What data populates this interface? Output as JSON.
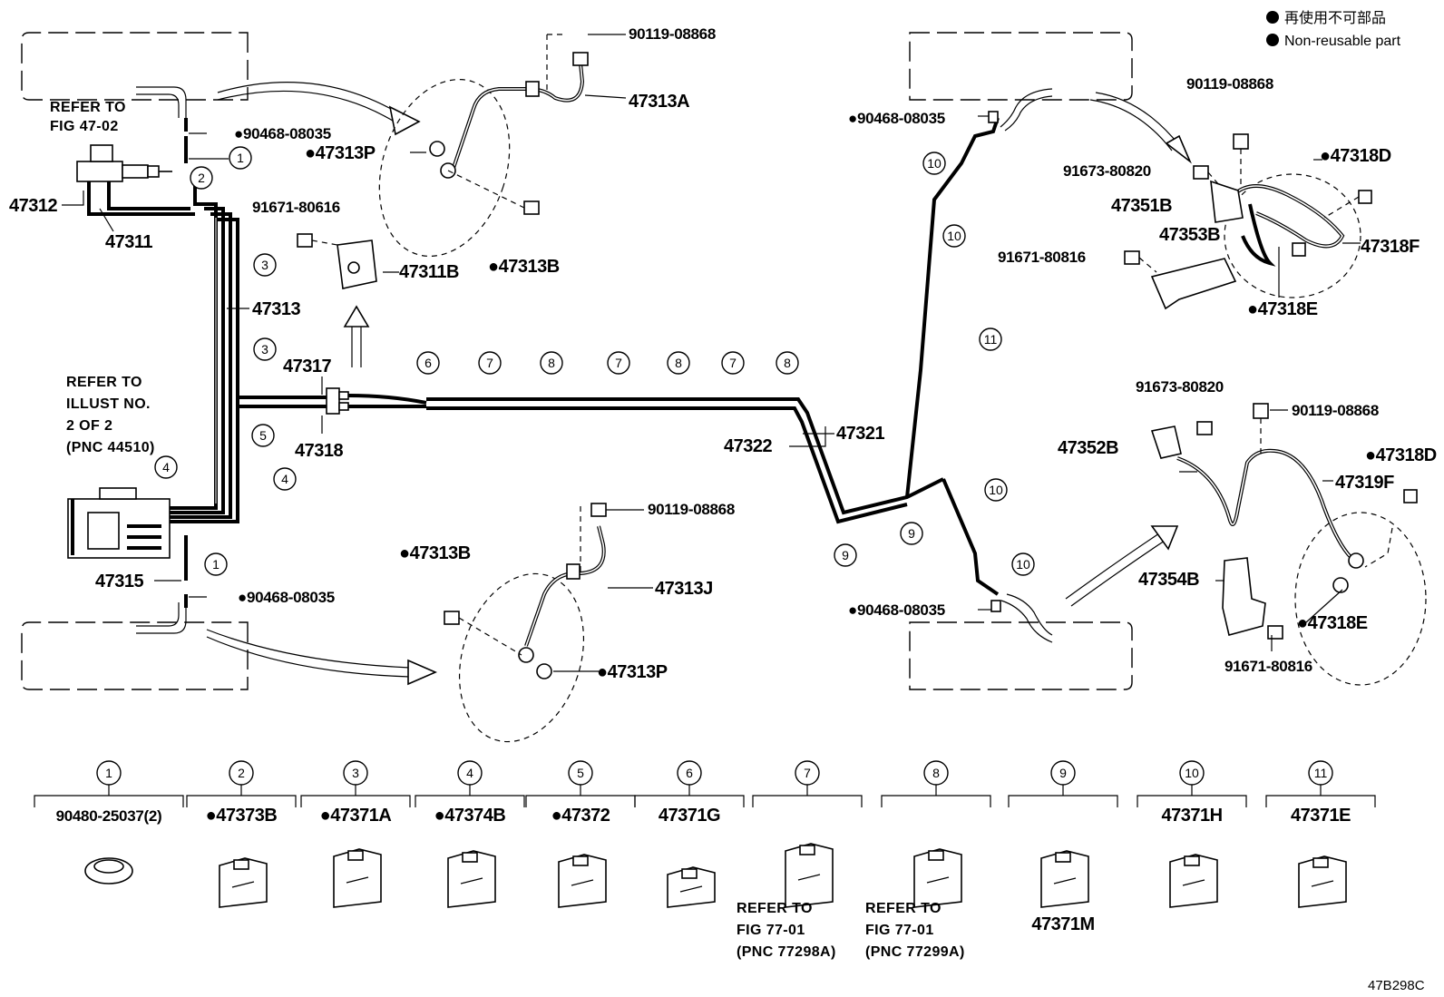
{
  "legend": {
    "dot_label_ja": "再使用不可部品",
    "dot_label_en": "Non-reusable part"
  },
  "drawing_code": "47B298C",
  "refs": {
    "fig_47_02": [
      "REFER TO",
      "FIG 47-02"
    ],
    "illust_2of2": [
      "REFER TO",
      "ILLUST NO.",
      "2 OF 2",
      "(PNC 44510)"
    ],
    "fig_77_01_a": [
      "REFER TO",
      "FIG 77-01",
      "(PNC 77298A)"
    ],
    "fig_77_01_b": [
      "REFER TO",
      "FIG 77-01",
      "(PNC 77299A)"
    ]
  },
  "callouts": {
    "p90119_08868_a": "90119-08868",
    "p47313A": "47313A",
    "p47313P_a": "●47313P",
    "p47313B_a": "●47313B",
    "p90468_08035_a": "●90468-08035",
    "p47312": "47312",
    "p47311": "47311",
    "p91671_80616": "91671-80616",
    "p47311B": "47311B",
    "p47313": "47313",
    "p47317": "47317",
    "p47318": "47318",
    "p47315": "47315",
    "p90468_08035_b": "●90468-08035",
    "p47313B_b": "●47313B",
    "p90119_08868_b": "90119-08868",
    "p47313J": "47313J",
    "p47313P_b": "●47313P",
    "p47322": "47322",
    "p47321": "47321",
    "p90468_08035_c": "●90468-08035",
    "p90468_08035_d": "●90468-08035",
    "p90119_08868_c": "90119-08868",
    "p91673_80820_a": "91673-80820",
    "p47318D_a": "●47318D",
    "p47351B": "47351B",
    "p47353B": "47353B",
    "p91671_80816_a": "91671-80816",
    "p47318F": "47318F",
    "p47318E_a": "●47318E",
    "p91673_80820_b": "91673-80820",
    "p90119_08868_d": "90119-08868",
    "p47352B": "47352B",
    "p47318D_b": "●47318D",
    "p47319F": "47319F",
    "p47354B": "47354B",
    "p47318E_b": "●47318E",
    "p91671_80816_b": "91671-80816"
  },
  "clamp_markers": [
    "1",
    "2",
    "3",
    "4",
    "5",
    "6",
    "7",
    "8",
    "9",
    "10",
    "11"
  ],
  "bottom_parts": [
    {
      "num": "1",
      "part": "90480-25037(2)"
    },
    {
      "num": "2",
      "part": "●47373B"
    },
    {
      "num": "3",
      "part": "●47371A"
    },
    {
      "num": "4",
      "part": "●47374B"
    },
    {
      "num": "5",
      "part": "●47372"
    },
    {
      "num": "6",
      "part": "47371G"
    },
    {
      "num": "7",
      "part": "",
      "ref": "fig_77_01_a"
    },
    {
      "num": "8",
      "part": "",
      "ref": "fig_77_01_b"
    },
    {
      "num": "9",
      "part": "47371M"
    },
    {
      "num": "10",
      "part": "47371H"
    },
    {
      "num": "11",
      "part": "47371E"
    }
  ]
}
